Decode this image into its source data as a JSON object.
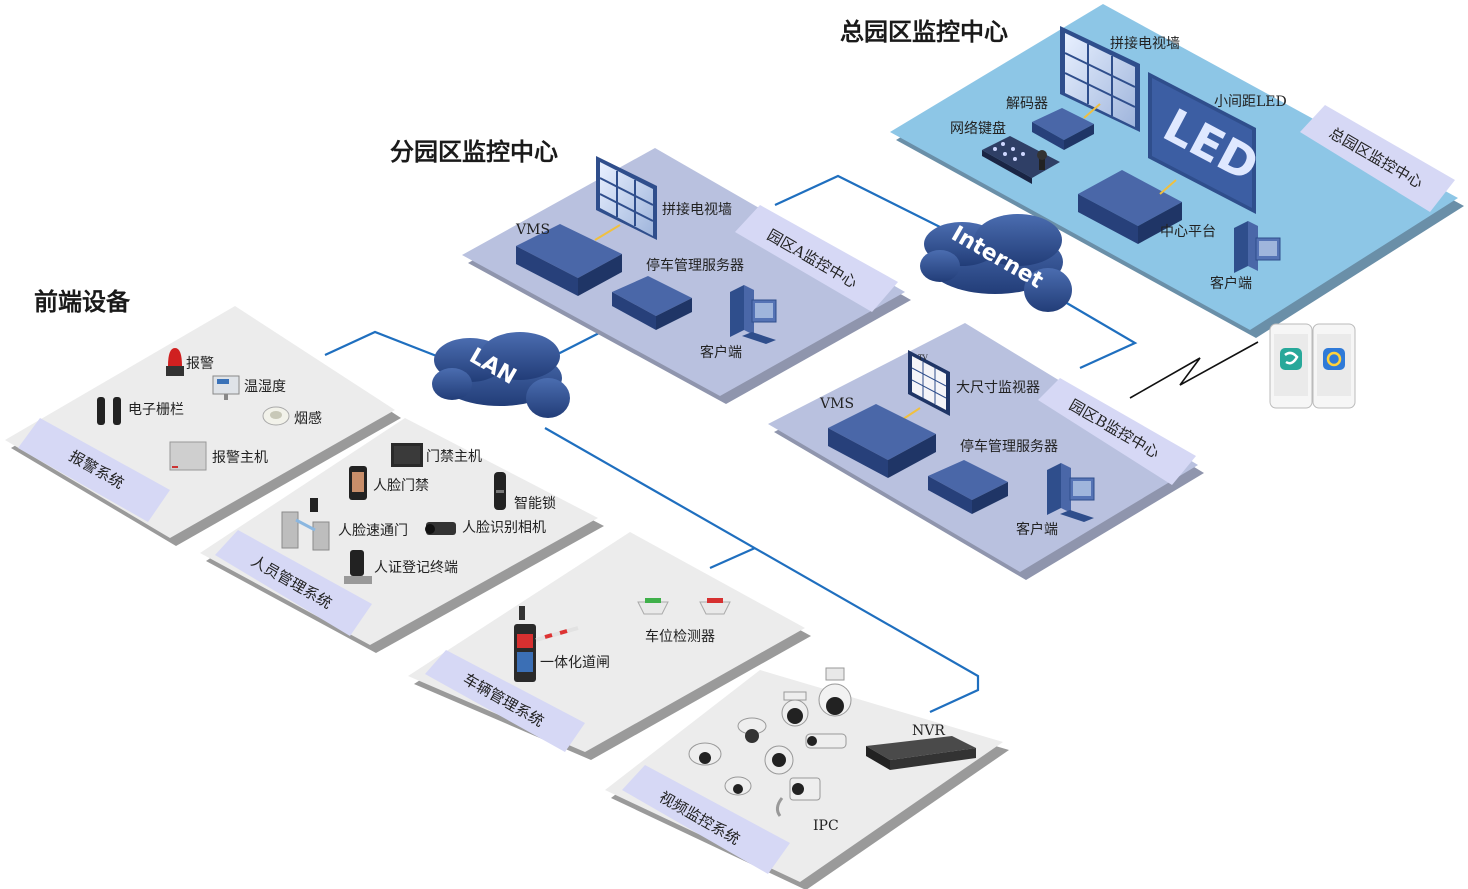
{
  "sections": {
    "front": "前端设备",
    "branch": "分园区监控中心",
    "main": "总园区监控中心"
  },
  "clouds": {
    "lan": "LAN",
    "internet": "Internet"
  },
  "tags": {
    "alarm_sys": "报警系统",
    "person_sys": "人员管理系统",
    "vehicle_sys": "车辆管理系统",
    "video_sys": "视频监控系统",
    "center_a": "园区A监控中心",
    "center_b": "园区B监控中心",
    "center_main": "总园区监控中心"
  },
  "labels": {
    "alarm": "报警",
    "thermo": "温湿度",
    "fence": "电子栅栏",
    "smoke": "烟感",
    "alarm_host": "报警主机",
    "door_host": "门禁主机",
    "face_door": "人脸门禁",
    "smart_lock": "智能锁",
    "face_gate": "人脸速通门",
    "face_cam": "人脸识别相机",
    "id_terminal": "人证登记终端",
    "barrier": "一体化道闸",
    "space_detector": "车位检测器",
    "nvr": "NVR",
    "ipc": "IPC",
    "a_vms": "VMS",
    "a_wall": "拼接电视墙",
    "a_parking": "停车管理服务器",
    "a_client": "客户端",
    "b_vms": "VMS",
    "b_monitor": "大尺寸监视器",
    "b_parking": "停车管理服务器",
    "b_client": "客户端",
    "m_wall": "拼接电视墙",
    "m_decoder": "解码器",
    "m_keyboard": "网络键盘",
    "m_led": "小间距LED",
    "m_platform": "中心平台",
    "m_client": "客户端",
    "led_text": "LED",
    "tv_text": "TV"
  },
  "colors": {
    "plate_gray": "#ececec",
    "plate_lavender": "#b9c1df",
    "plate_blue": "#8dc6e6",
    "tag_fill": "#d6d8f5",
    "device_navy": "#35508f",
    "link_blue": "#1f6fbf",
    "cloud": "#2f4e8c"
  }
}
